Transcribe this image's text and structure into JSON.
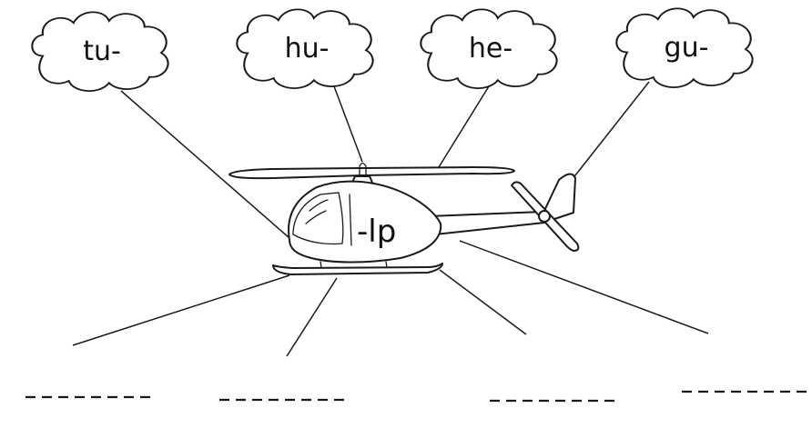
{
  "syllables": [
    {
      "text": "tu-"
    },
    {
      "text": "hu-"
    },
    {
      "text": "he-"
    },
    {
      "text": "gu-"
    }
  ],
  "ending": {
    "text": "-lp"
  },
  "icons": [
    "cloud-icon",
    "helicopter-icon"
  ],
  "colors": {
    "ink": "#1a1a1a",
    "paper": "#ffffff"
  }
}
